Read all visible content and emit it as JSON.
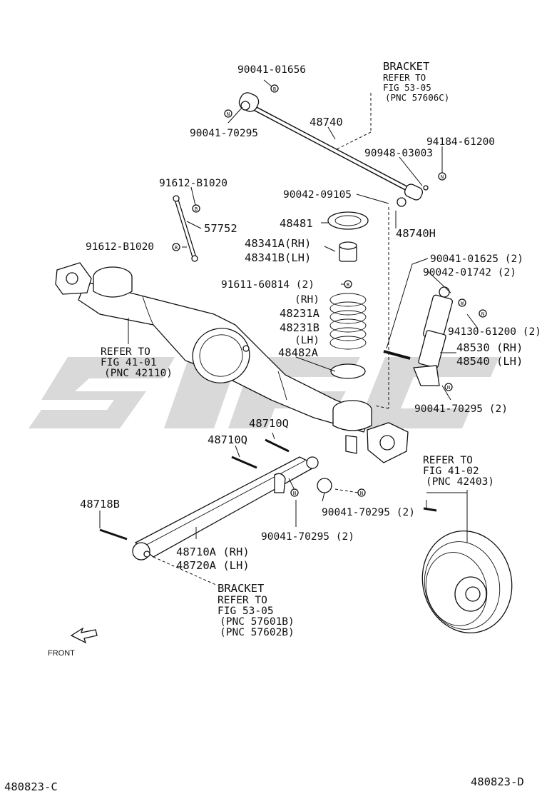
{
  "labels": {
    "bracket_top": "BRACKET",
    "refer_top_1": "REFER TO",
    "refer_top_2": "FIG 53-05",
    "refer_top_3": "(PNC 57606C)",
    "p_90041_01656": "90041-01656",
    "p_90041_70295_top": "90041-70295",
    "p_48740": "48740",
    "p_94184_61200": "94184-61200",
    "p_90948_03003": "90948-03003",
    "p_91612_b1020_a": "91612-B1020",
    "p_90042_09105": "90042-09105",
    "p_57752": "57752",
    "p_48481": "48481",
    "p_48740h": "48740H",
    "p_91612_b1020_b": "91612-B1020",
    "p_48341a": "48341A(RH)",
    "p_48341b": "48341B(LH)",
    "p_90041_01625": "90041-01625 (2)",
    "p_90042_01742": "90042-01742 (2)",
    "p_91611_60814": "91611-60814 (2)",
    "rh_1": "(RH)",
    "p_48231a": "48231A",
    "p_48231b": "48231B",
    "lh_1": "(LH)",
    "p_94130_61200": "94130-61200 (2)",
    "p_48530": "48530 (RH)",
    "p_48540": "48540 (LH)",
    "p_48482a": "48482A",
    "refer_axle_1": "REFER TO",
    "refer_axle_2": "FIG 41-01",
    "refer_axle_3": "(PNC 42110)",
    "p_90041_70295_shock": "90041-70295 (2)",
    "p_48710q_a": "48710Q",
    "p_48710q_b": "48710Q",
    "refer_drum_1": "REFER TO",
    "refer_drum_2": "FIG 41-02",
    "refer_drum_3": "(PNC 42403)",
    "p_48718b": "48718B",
    "p_90041_70295_arm_a": "90041-70295 (2)",
    "p_90041_70295_arm_b": "90041-70295 (2)",
    "p_48710a": "48710A (RH)",
    "p_48720a": "48720A (LH)",
    "bracket_bottom": "BRACKET",
    "refer_bottom_1": "REFER TO",
    "refer_bottom_2": "FIG 53-05",
    "refer_bottom_3": "(PNC 57601B)",
    "refer_bottom_4": "(PNC 57602B)",
    "front": "FRONT",
    "code_left": "480823-C",
    "code_right": "480823-D"
  },
  "markers": {
    "b": "B",
    "n": "N",
    "w": "W"
  },
  "colors": {
    "ink": "#111111",
    "watermark": "#d9d9d9"
  }
}
